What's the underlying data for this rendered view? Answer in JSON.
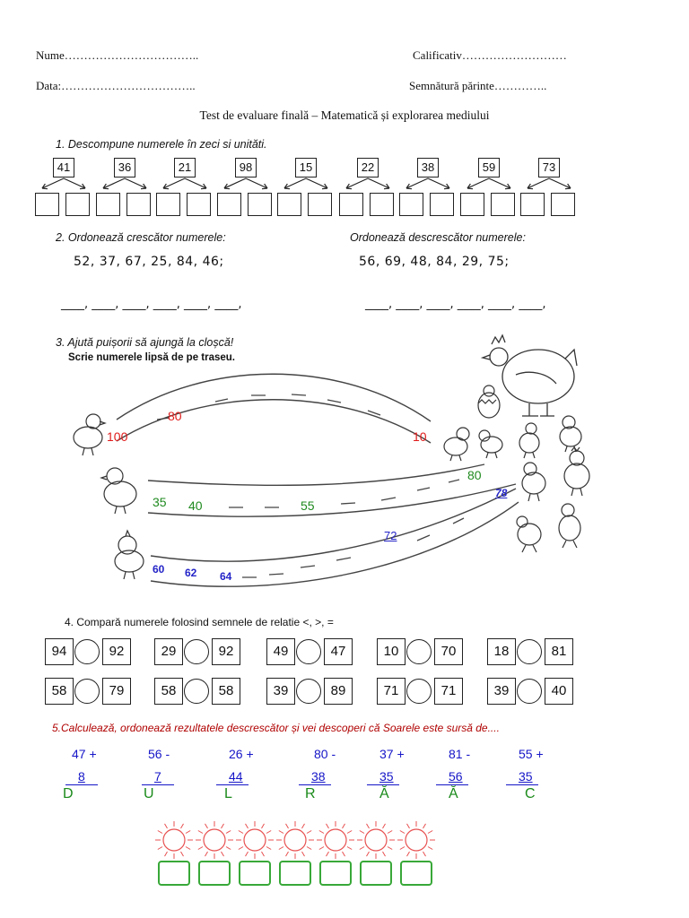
{
  "header": {
    "name_label": "Nume……………………………..",
    "grade_label": "Calificativ………………………",
    "date_label": "Data:……………………………..",
    "signature_label": "Semnătură părinte…………..",
    "title": "Test de evaluare finală – Matematică și explorarea mediului"
  },
  "ex1": {
    "label": "1.   Descompune numerele  în  zeci  si  unităti.",
    "numbers": [
      "41",
      "36",
      "21",
      "98",
      "15",
      "22",
      "38",
      "59",
      "73"
    ]
  },
  "ex2": {
    "asc_label": "2.   Ordonează crescător numerele:",
    "desc_label": "Ordonează descrescător numerele:",
    "asc_sequence": "52,  37,  67,  25,  84,  46;",
    "desc_sequence": "56,  69,  48,  84,  29,  75;",
    "blanks": "____,  ____,  ____,  ____,  ____,  ____,"
  },
  "ex3": {
    "label": "3.   Ajută puișorii să ajungă la cloșcă!",
    "sublabel": "Scrie numerele lipsă de pe traseu.",
    "red_track": [
      "100",
      "80",
      "10"
    ],
    "green_track": [
      "35",
      "40",
      "55",
      "80"
    ],
    "blue_track": [
      "60",
      "62",
      "64",
      "72",
      "78"
    ]
  },
  "ex4": {
    "label": "4.   Compară numerele folosind semnele de relatie <, >, =",
    "row1": [
      [
        "94",
        "92"
      ],
      [
        "29",
        "92"
      ],
      [
        "49",
        "47"
      ],
      [
        "10",
        "70"
      ],
      [
        "18",
        "81"
      ]
    ],
    "row2": [
      [
        "58",
        "79"
      ],
      [
        "58",
        "58"
      ],
      [
        "39",
        "89"
      ],
      [
        "71",
        "71"
      ],
      [
        "39",
        "40"
      ]
    ]
  },
  "ex5": {
    "label": "5.Calculează,  ordonează rezultatele descrescător și vei descoperi că Soarele este sursă de....",
    "tops": [
      "47 +",
      "56 -",
      "26 +",
      "80 -",
      "37 +",
      "81 -",
      "55 +"
    ],
    "bottoms": [
      "8",
      "7",
      "44",
      "38",
      "35",
      "56",
      "35"
    ],
    "letters": [
      "D",
      "U",
      "L",
      "R",
      "Ă",
      "Ă",
      "C"
    ]
  },
  "colors": {
    "red": "#e01b1b",
    "green": "#1f8a1f",
    "blue": "#2424c8",
    "dark_red": "#b00000",
    "sun": "#e85050",
    "box_green": "#38a838"
  }
}
